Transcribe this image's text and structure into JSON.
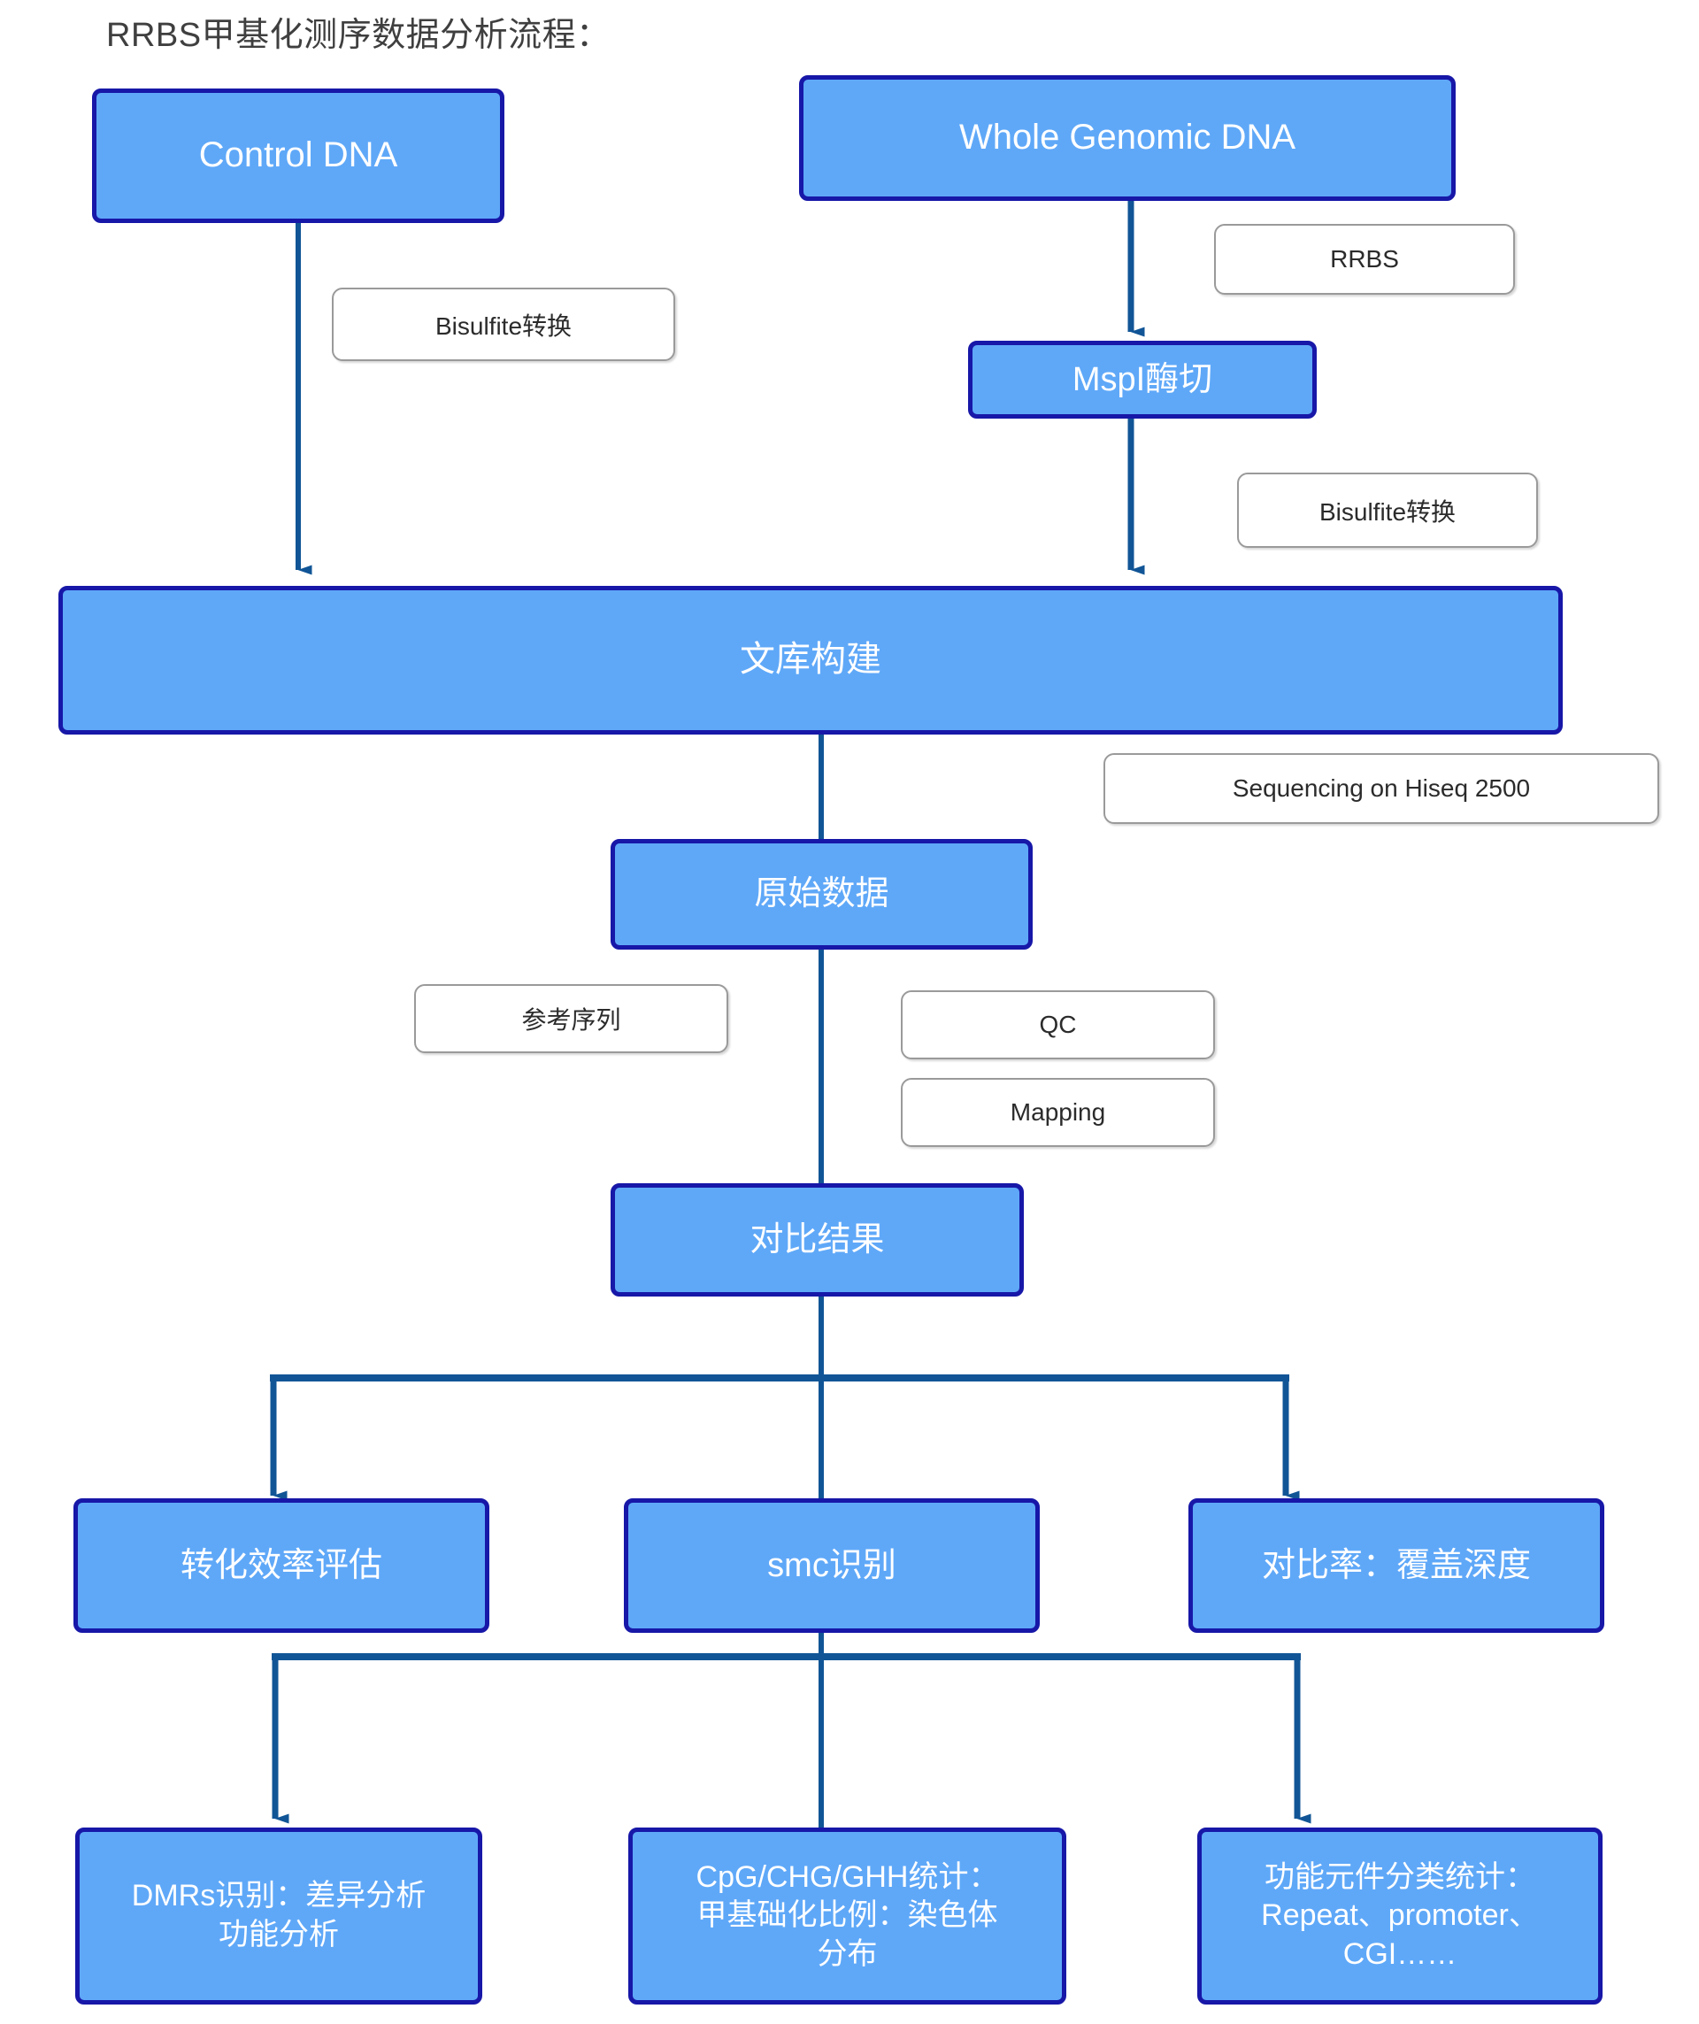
{
  "page": {
    "title": "RRBS甲基化测序数据分析流程：",
    "background": "#ffffff"
  },
  "colors": {
    "node_fill": "#5FA8F8",
    "node_border": "#1717A8",
    "node_text": "#ffffff",
    "edge": "#115596",
    "label_border": "#9a9a9a",
    "label_text": "#2b2b2b",
    "title_text": "#3f3f3f"
  },
  "nodes": {
    "control_dna": "Control DNA",
    "whole_genomic_dna": "Whole Genomic DNA",
    "mspi_digestion": "MspI酶切",
    "library_construction": "文库构建",
    "raw_data": "原始数据",
    "alignment_result": "对比结果",
    "conversion_efficiency": "转化效率评估",
    "smc_identification": "smc识别",
    "mapping_rate_depth": "对比率：覆盖深度",
    "dmrs": "DMRs识别：差异分析\n功能分析",
    "cpg_stats": "CpG/CHG/GHH统计：\n甲基础化比例：染色体\n分布",
    "functional_elements": "功能元件分类统计：\nRepeat、promoter、\nCGI……"
  },
  "edge_labels": {
    "bisulfite_left": "Bisulfite转换",
    "rrbs": "RRBS",
    "bisulfite_right": "Bisulfite转换",
    "sequencing": "Sequencing on Hiseq 2500",
    "reference_sequence": "参考序列",
    "qc": "QC",
    "mapping": "Mapping"
  },
  "chart_data": {
    "type": "diagram",
    "title": "RRBS甲基化测序数据分析流程：",
    "nodes": [
      {
        "id": "control_dna",
        "label": "Control DNA",
        "row": 1
      },
      {
        "id": "whole_genomic_dna",
        "label": "Whole Genomic DNA",
        "row": 1
      },
      {
        "id": "mspi_digestion",
        "label": "MspI酶切",
        "row": 2
      },
      {
        "id": "library_construction",
        "label": "文库构建",
        "row": 3
      },
      {
        "id": "raw_data",
        "label": "原始数据",
        "row": 4
      },
      {
        "id": "alignment_result",
        "label": "对比结果",
        "row": 5
      },
      {
        "id": "conversion_efficiency",
        "label": "转化效率评估",
        "row": 6
      },
      {
        "id": "smc_identification",
        "label": "smc识别",
        "row": 6
      },
      {
        "id": "mapping_rate_depth",
        "label": "对比率：覆盖深度",
        "row": 6
      },
      {
        "id": "dmrs",
        "label": "DMRs识别：差异分析 功能分析",
        "row": 7
      },
      {
        "id": "cpg_stats",
        "label": "CpG/CHG/GHH统计：甲基础化比例：染色体分布",
        "row": 7
      },
      {
        "id": "functional_elements",
        "label": "功能元件分类统计：Repeat、promoter、CGI……",
        "row": 7
      }
    ],
    "edges": [
      {
        "from": "control_dna",
        "to": "library_construction",
        "label": "Bisulfite转换"
      },
      {
        "from": "whole_genomic_dna",
        "to": "mspi_digestion",
        "label": "RRBS"
      },
      {
        "from": "mspi_digestion",
        "to": "library_construction",
        "label": "Bisulfite转换"
      },
      {
        "from": "library_construction",
        "to": "raw_data",
        "label": "Sequencing on Hiseq 2500"
      },
      {
        "from": "raw_data",
        "to": "alignment_result",
        "label": "参考序列 / QC / Mapping"
      },
      {
        "from": "alignment_result",
        "to": "conversion_efficiency",
        "label": ""
      },
      {
        "from": "alignment_result",
        "to": "smc_identification",
        "label": ""
      },
      {
        "from": "alignment_result",
        "to": "mapping_rate_depth",
        "label": ""
      },
      {
        "from": "smc_identification",
        "to": "dmrs",
        "label": ""
      },
      {
        "from": "smc_identification",
        "to": "cpg_stats",
        "label": ""
      },
      {
        "from": "smc_identification",
        "to": "functional_elements",
        "label": ""
      }
    ]
  }
}
